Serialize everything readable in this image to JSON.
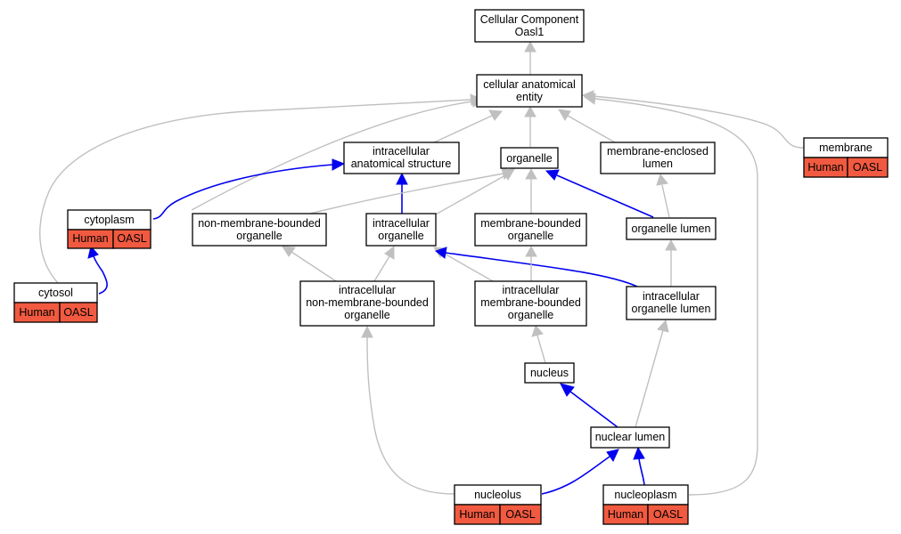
{
  "nodes": {
    "root": {
      "lines": [
        "Cellular Component",
        "Oasl1"
      ]
    },
    "cae": {
      "lines": [
        "cellular anatomical",
        "entity"
      ]
    },
    "ias": {
      "lines": [
        "intracellular",
        "anatomical structure"
      ]
    },
    "organelle": {
      "lines": [
        "organelle"
      ]
    },
    "mel": {
      "lines": [
        "membrane-enclosed",
        "lumen"
      ]
    },
    "membrane": {
      "lines": [
        "membrane"
      ],
      "tags": [
        "Human",
        "OASL"
      ]
    },
    "cytoplasm": {
      "lines": [
        "cytoplasm"
      ],
      "tags": [
        "Human",
        "OASL"
      ]
    },
    "nmbo": {
      "lines": [
        "non-membrane-bounded",
        "organelle"
      ]
    },
    "io": {
      "lines": [
        "intracellular",
        "organelle"
      ]
    },
    "mbo": {
      "lines": [
        "membrane-bounded",
        "organelle"
      ]
    },
    "ol": {
      "lines": [
        "organelle lumen"
      ]
    },
    "cytosol": {
      "lines": [
        "cytosol"
      ],
      "tags": [
        "Human",
        "OASL"
      ]
    },
    "inmbo": {
      "lines": [
        "intracellular",
        "non-membrane-bounded",
        "organelle"
      ]
    },
    "imbo": {
      "lines": [
        "intracellular",
        "membrane-bounded",
        "organelle"
      ]
    },
    "iol": {
      "lines": [
        "intracellular",
        "organelle lumen"
      ]
    },
    "nucleus": {
      "lines": [
        "nucleus"
      ]
    },
    "nl": {
      "lines": [
        "nuclear lumen"
      ]
    },
    "nucleolus": {
      "lines": [
        "nucleolus"
      ],
      "tags": [
        "Human",
        "OASL"
      ]
    },
    "nucleoplasm": {
      "lines": [
        "nucleoplasm"
      ],
      "tags": [
        "Human",
        "OASL"
      ]
    }
  },
  "colors": {
    "tag_fill": "#f15a40",
    "edge_gray": "#c0c0c0",
    "edge_blue": "#0000ee"
  }
}
